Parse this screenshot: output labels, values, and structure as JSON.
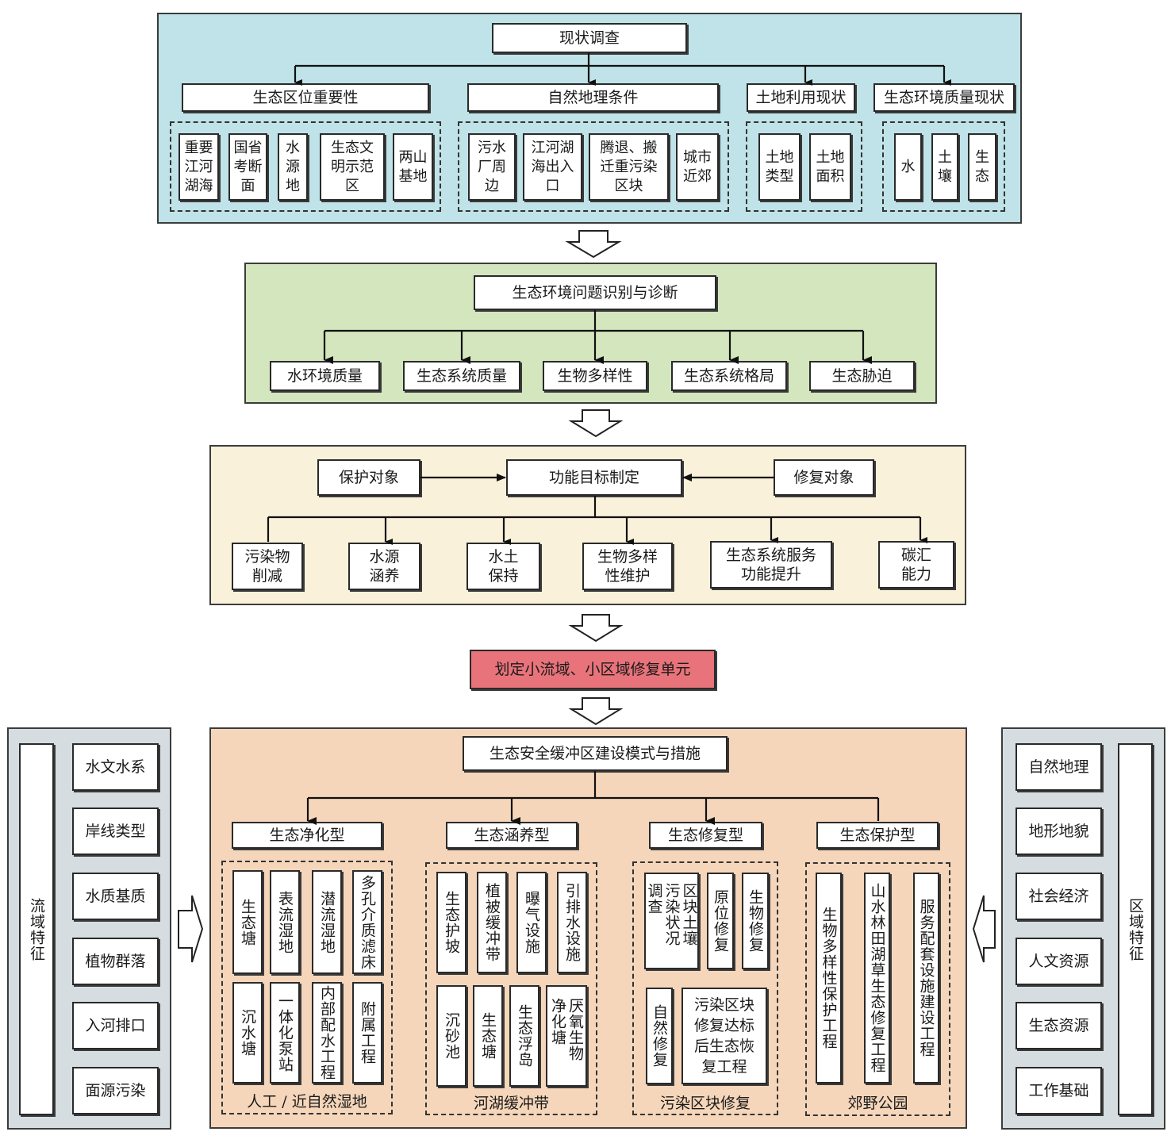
{
  "colors": {
    "survey_panel": "#bfe3e8",
    "diagnosis_panel": "#d3e6bd",
    "target_panel": "#faf1db",
    "unit_box": "#e8737a",
    "measures_panel": "#f6d6ba",
    "side_panel": "#d5dde1"
  },
  "survey": {
    "title": "现状调查",
    "categories": [
      {
        "label": "生态区位重要性",
        "items": [
          "重要江河湖海",
          "国省考断面",
          "水源地",
          "生态文明示范区",
          "两山基地"
        ]
      },
      {
        "label": "自然地理条件",
        "items": [
          "污水厂周边",
          "江河湖海出入口",
          "腾退、搬迁重污染区块",
          "城市近郊"
        ]
      },
      {
        "label": "土地利用现状",
        "items": [
          "土地类型",
          "土地面积"
        ]
      },
      {
        "label": "生态环境质量现状",
        "items": [
          "水",
          "土壤",
          "生态"
        ]
      }
    ]
  },
  "diagnosis": {
    "title": "生态环境问题识别与诊断",
    "items": [
      "水环境质量",
      "生态系统质量",
      "生物多样性",
      "生态系统格局",
      "生态胁迫"
    ]
  },
  "targets": {
    "title": "功能目标制定",
    "protect": "保护对象",
    "restore": "修复对象",
    "items": [
      "污染物削减",
      "水源涵养",
      "水土保持",
      "生物多样性维护",
      "生态系统服务功能提升",
      "碳汇能力"
    ]
  },
  "unit": {
    "label": "划定小流域、小区域修复单元"
  },
  "measures": {
    "title": "生态安全缓冲区建设模式与措施",
    "types": [
      {
        "label": "生态净化型",
        "caption": "人工 / 近自然湿地",
        "row1": [
          "生态塘",
          "表流湿地",
          "潜流湿地",
          "多孔介质滤床"
        ],
        "row2": [
          "沉水塘",
          "一体化泵站",
          "内部配水工程",
          "附属工程"
        ]
      },
      {
        "label": "生态涵养型",
        "caption": "河湖缓冲带",
        "row1": [
          "生态护坡",
          "植被缓冲带",
          "曝气设施",
          "引排水设施"
        ],
        "row2": [
          "沉砂池",
          "生态塘",
          "生态浮岛",
          "厌氧生物净化塘"
        ]
      },
      {
        "label": "生态修复型",
        "caption": "污染区块修复",
        "row1": [
          "区块土壤污染状况调查",
          "原位修复",
          "生物修复"
        ],
        "row2": [
          "自然修复",
          "污染区块修复达标后生态恢复工程"
        ]
      },
      {
        "label": "生态保护型",
        "caption": "郊野公园",
        "row1": [
          "生物多样性保护工程",
          "山水林田湖草生态修复工程",
          "服务配套设施建设工程"
        ]
      }
    ]
  },
  "left_panel": {
    "title": "流域特征",
    "items": [
      "水文水系",
      "岸线类型",
      "水质基质",
      "植物群落",
      "入河排口",
      "面源污染"
    ]
  },
  "right_panel": {
    "title": "区域特征",
    "items": [
      "自然地理",
      "地形地貌",
      "社会经济",
      "人文资源",
      "生态资源",
      "工作基础"
    ]
  }
}
